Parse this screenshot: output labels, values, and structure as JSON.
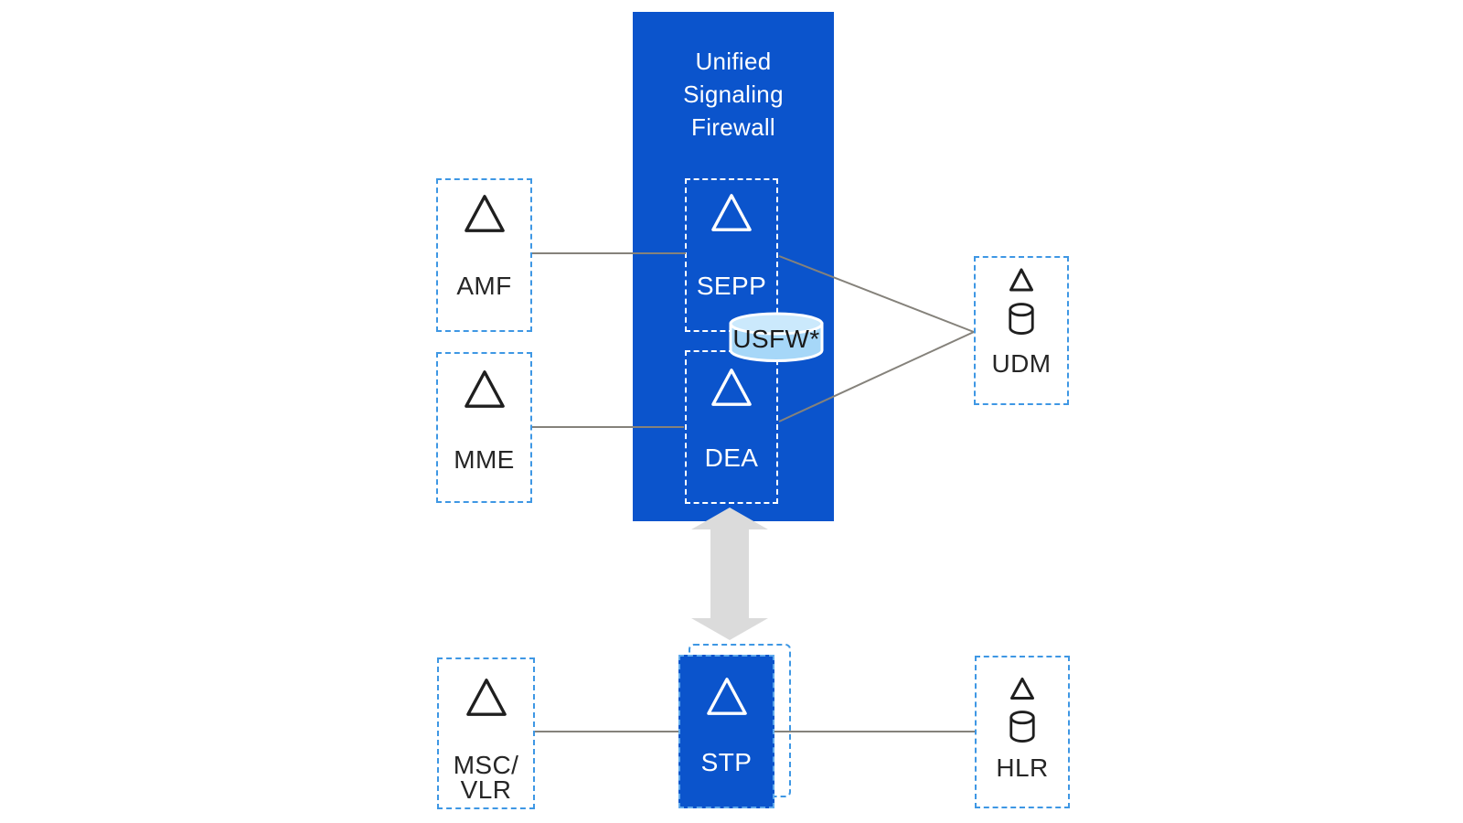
{
  "diagram": {
    "firewall_title": "Unified\nSignaling\nFirewall"
  },
  "nodes": {
    "amf": {
      "label": "AMF",
      "icon": "triangle-icon"
    },
    "mme": {
      "label": "MME",
      "icon": "triangle-icon"
    },
    "sepp": {
      "label": "SEPP",
      "icon": "triangle-icon"
    },
    "dea": {
      "label": "DEA",
      "icon": "triangle-icon"
    },
    "usfw": {
      "label": "USFW*",
      "icon": "database-cylinder-icon"
    },
    "udm": {
      "label": "UDM",
      "icon": "triangle-icon + database-icon"
    },
    "msc_vlr": {
      "label": "MSC/\nVLR",
      "icon": "triangle-icon"
    },
    "stp": {
      "label": "STP",
      "icon": "triangle-icon"
    },
    "hlr": {
      "label": "HLR",
      "icon": "triangle-icon + database-icon"
    }
  },
  "colors": {
    "primary_blue": "#0B54CC",
    "dashed_border_blue": "#3E97E4",
    "stp_dash_blue": "#5FA9EC",
    "inner_dashed_white": "#FFFFFF",
    "connector_gray": "#85827B",
    "arrow_gray": "#DBDBDB",
    "cylinder_fill": "#A6D7F8",
    "cylinder_top_fill": "#CBE9FC",
    "label_dark": "#262626",
    "label_white": "#FFFFFF"
  }
}
